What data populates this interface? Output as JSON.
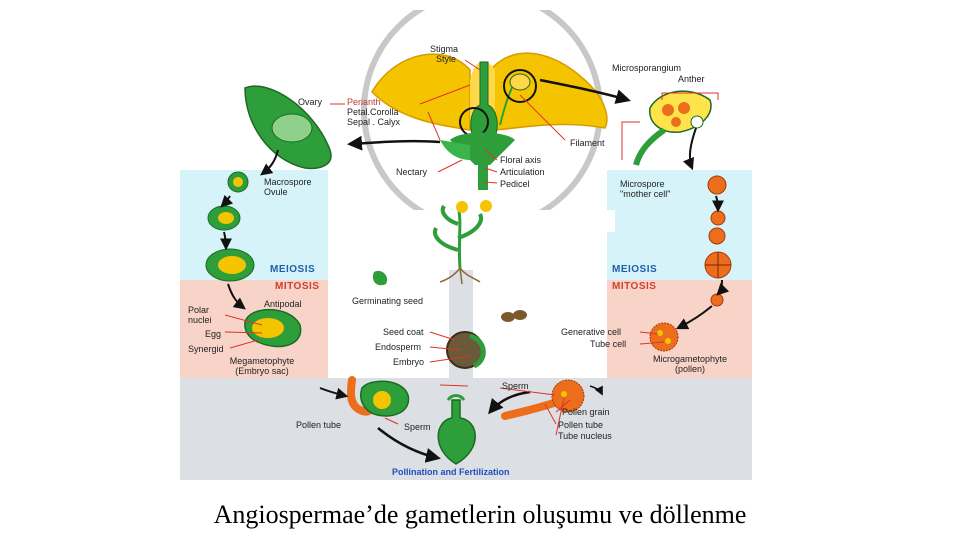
{
  "labels": {
    "stigma": "Stigma",
    "style": "Style",
    "ovary": "Ovary",
    "perianth": "Perianth",
    "petal_corolla": "Petal.Corolla",
    "sepal_calyx": "Sepal . Calyx",
    "microsporangium": "Microsporangium",
    "anther": "Anther",
    "filament": "Filament",
    "floral_axis": "Floral axis",
    "articulation": "Articulation",
    "pedicel": "Pedicel",
    "nectary": "Nectary",
    "macrospore_ovule": "Macrospore Ovule",
    "microspore_mother_cell": "Microspore \"mother cell\"",
    "meiosis_left": "MEIOSIS",
    "meiosis_right": "MEIOSIS",
    "mitosis_left": "MITOSIS",
    "mitosis_right": "MITOSIS",
    "antipodal": "Antipodal",
    "polar_nuclei": "Polar nuclei",
    "egg": "Egg",
    "synergid": "Synergid",
    "megametophyte": "Megametophyte (Embryo sac)",
    "germinating_seed": "Germinating seed",
    "seed_coat": "Seed coat",
    "endosperm": "Endosperm",
    "embryo": "Embryo",
    "generative_cell": "Generative cell",
    "tube_cell": "Tube cell",
    "microgametophyte": "Microgametophyte (pollen)",
    "sperm_top": "Sperm",
    "pollen_grain": "Pollen grain",
    "pollen_tube_right": "Pollen tube",
    "tube_nucleus": "Tube nucleus",
    "pollen_tube_left": "Pollen tube",
    "sperm_left": "Sperm",
    "pollination_fertilization": "Pollination and Fertilization"
  },
  "caption": "Angiospermae’de gametlerin oluşumu ve döllenme",
  "colors": {
    "meiosis_bg": "#d6f3fa",
    "mitosis_bg": "#f8d3c8",
    "fertilization_bg": "#dcdfe3",
    "petal": "#f5c400",
    "plant_green": "#2e9e3a",
    "orange_cell": "#ec6d1c",
    "red_line": "#e0322b"
  }
}
